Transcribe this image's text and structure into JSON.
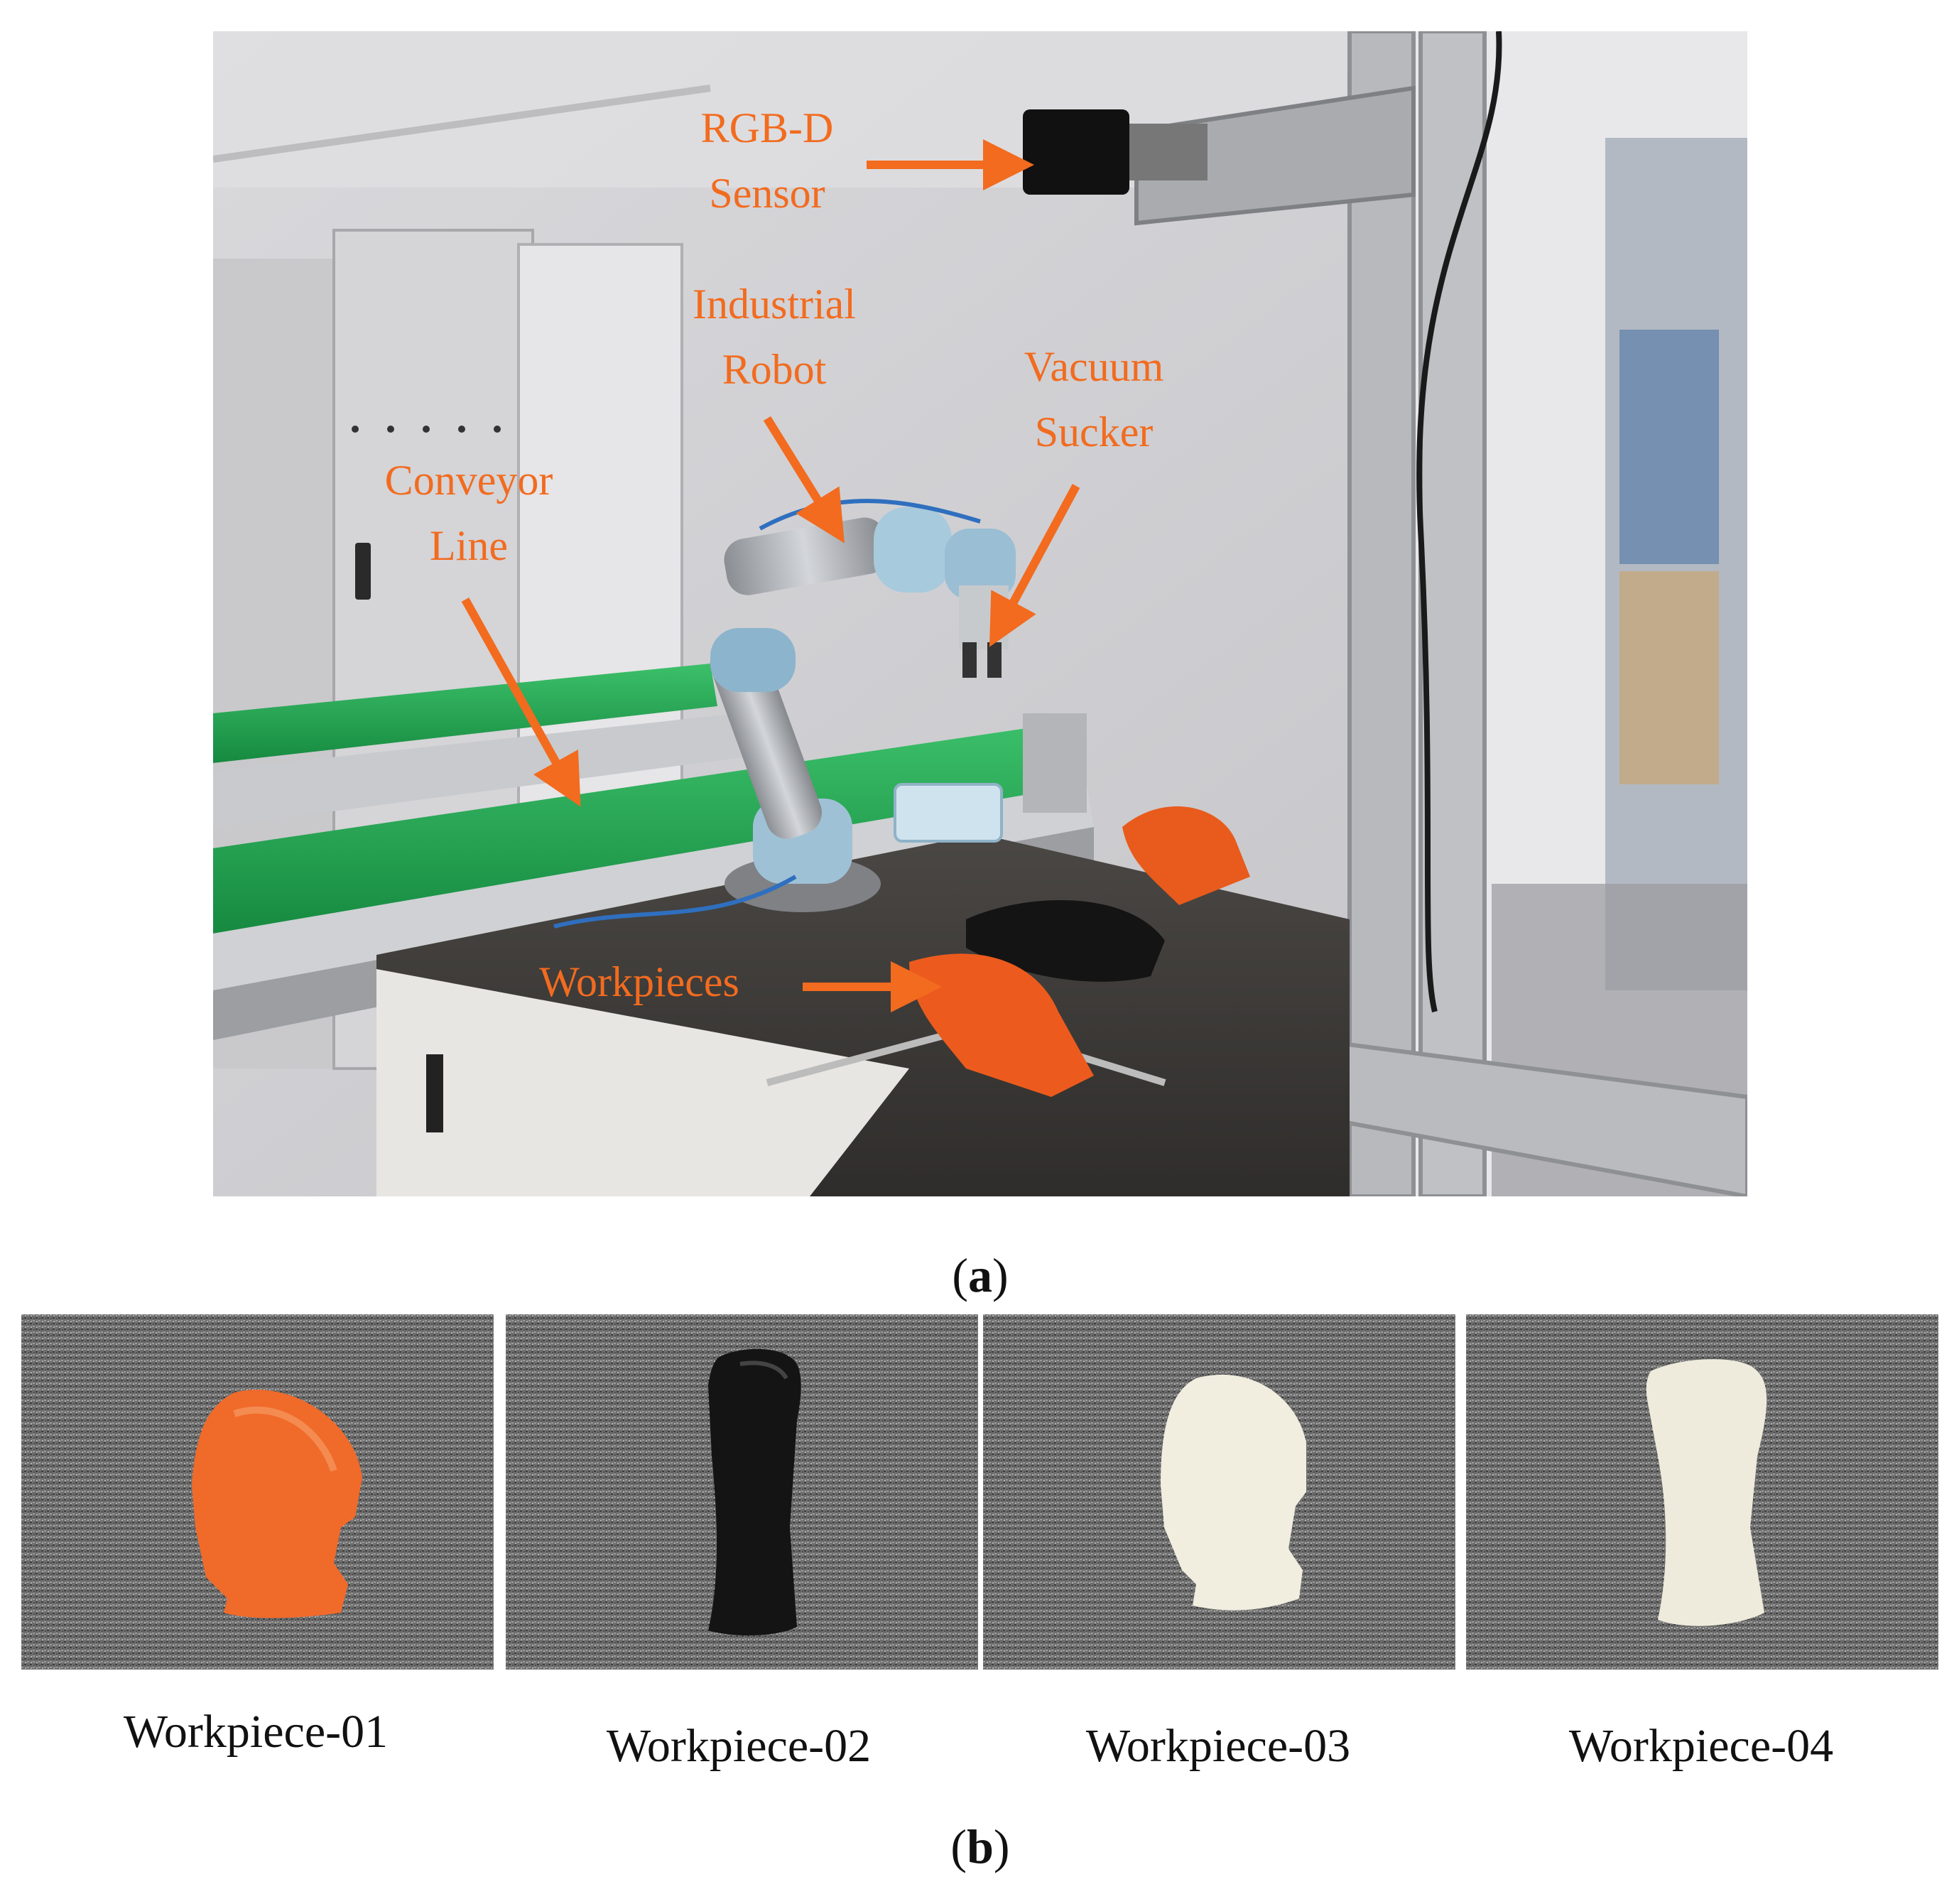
{
  "panel_a": {
    "labels": {
      "rgbd": [
        "RGB-D",
        "Sensor"
      ],
      "robot": [
        "Industrial",
        "Robot"
      ],
      "vacuum": [
        "Vacuum",
        "Sucker"
      ],
      "conveyor": [
        "Conveyor",
        "Line"
      ],
      "workpieces": "Workpieces"
    },
    "label_color": "#f26b1f",
    "caption_letter": "a"
  },
  "panel_b": {
    "workpieces": [
      {
        "name": "Workpiece-01",
        "color": "#f06a2a",
        "shape": "head"
      },
      {
        "name": "Workpiece-02",
        "color": "#141414",
        "shape": "bar"
      },
      {
        "name": "Workpiece-03",
        "color": "#f1eee0",
        "shape": "head"
      },
      {
        "name": "Workpiece-04",
        "color": "#efebdc",
        "shape": "bar"
      }
    ],
    "caption_letter": "b"
  },
  "colors": {
    "orange": "#f26b1f",
    "conveyor_green": "#1ea34f",
    "carpet_gray": "#6e6e6e"
  }
}
